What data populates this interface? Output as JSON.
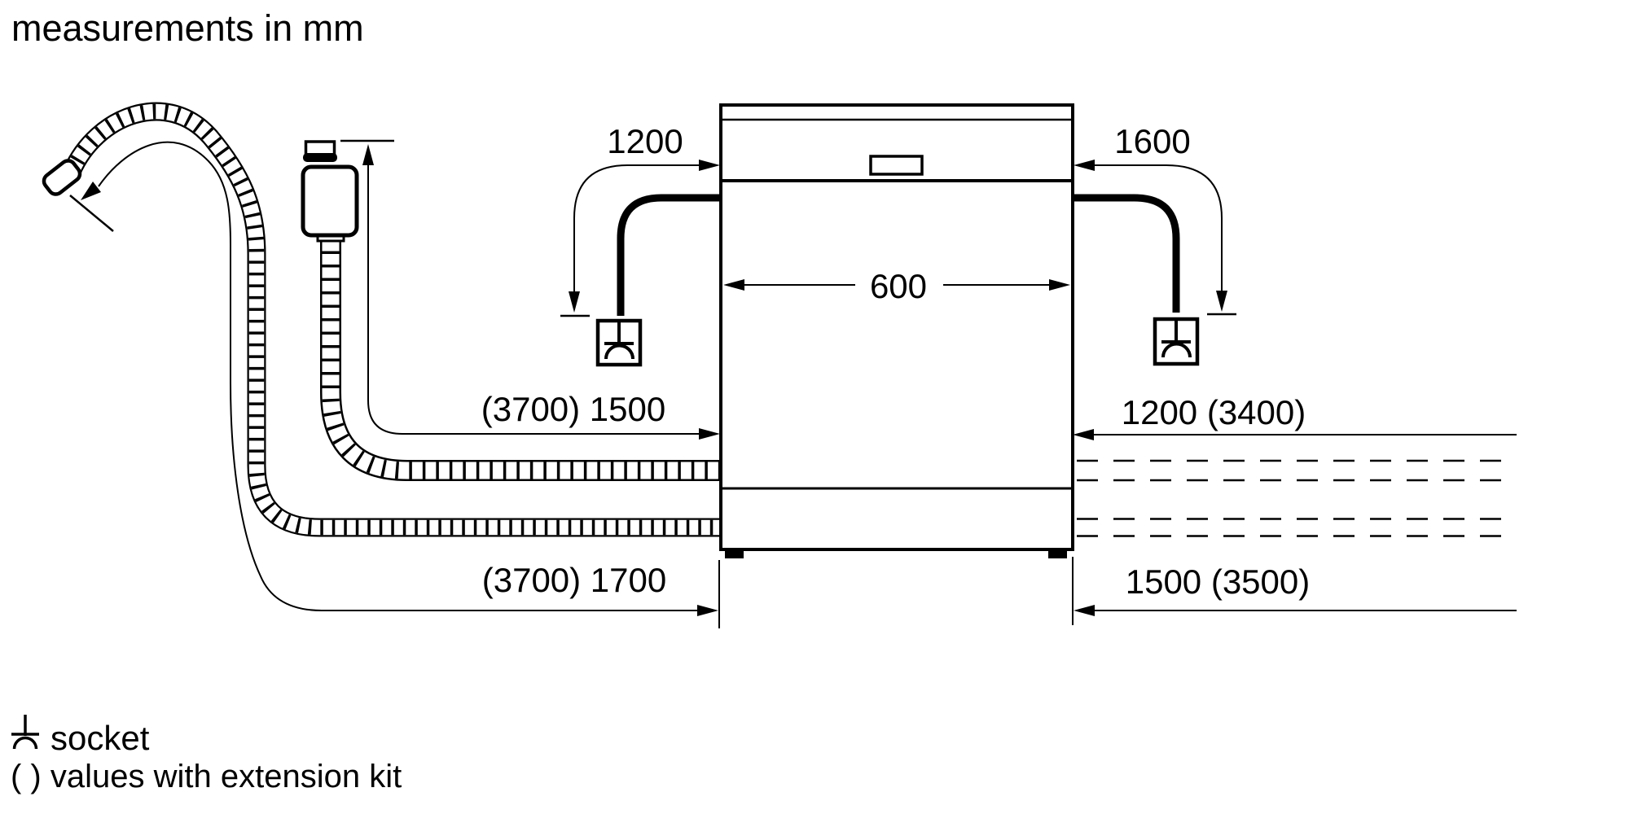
{
  "title": "measurements in mm",
  "labels": {
    "cord_left": "1200",
    "cord_right": "1600",
    "appliance_width": "600",
    "supply_hose_left": "(3700) 1500",
    "drain_hose_left": "(3700) 1700",
    "supply_hose_right": "1200 (3400)",
    "drain_hose_right": "1500 (3500)"
  },
  "legend": {
    "socket": "socket",
    "extension": "( ) values with extension kit"
  },
  "icons": {
    "socket_symbol": "earthed-socket-icon"
  },
  "colors": {
    "ink": "#000000",
    "paper": "#ffffff"
  }
}
